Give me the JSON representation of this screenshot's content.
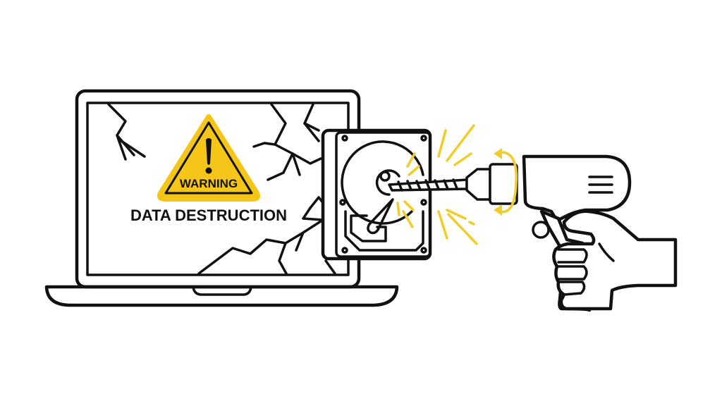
{
  "illustration": {
    "description": "Laptop with cracked screen, hard drive being drilled by hand-held power drill",
    "warning_sign": {
      "icon": "warning-triangle-icon",
      "label": "WARNING",
      "symbol": "!"
    },
    "headline": "DATA DESTRUCTION",
    "colors": {
      "background": "#ffffff",
      "line": "#111111",
      "accent_yellow": "#f5c518",
      "spark_yellow": "#f2cc2a"
    }
  }
}
